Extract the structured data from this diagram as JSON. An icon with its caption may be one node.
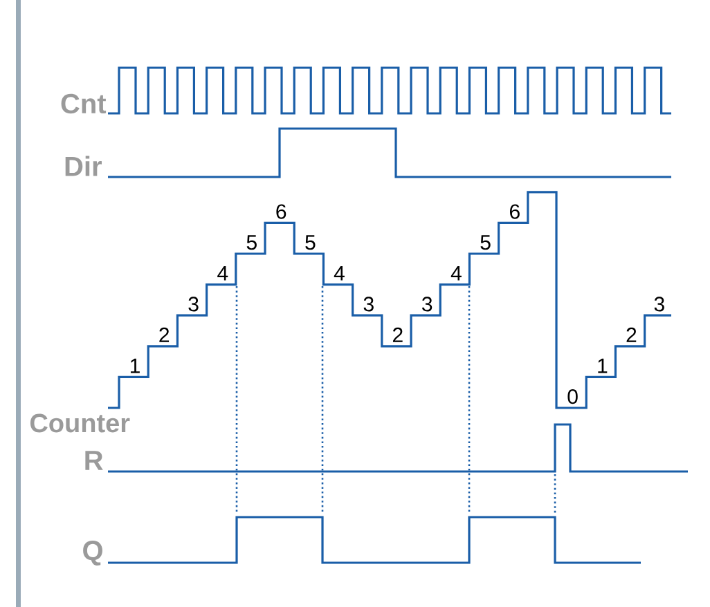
{
  "diagram": {
    "labels": [
      "Cnt",
      "Dir",
      "1",
      "2",
      "3",
      "4",
      "5",
      "6",
      "5",
      "4",
      "3",
      "2",
      "3",
      "4",
      "5",
      "6",
      "0",
      "1",
      "2",
      "3",
      "Counter",
      "R",
      "Q"
    ]
  }
}
